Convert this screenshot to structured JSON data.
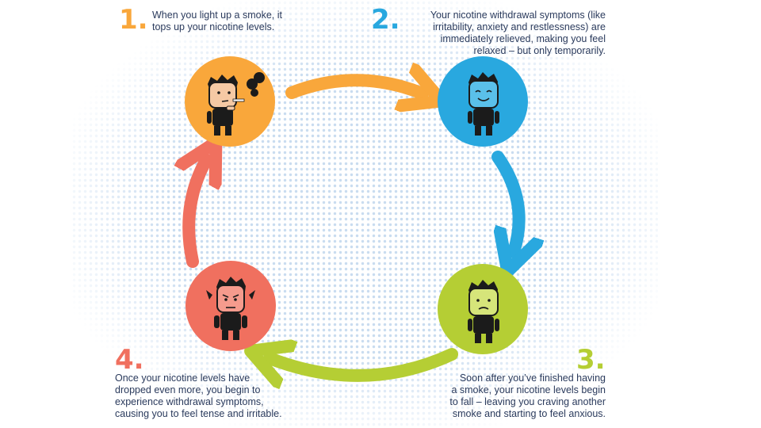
{
  "colors": {
    "step1": "#f9a73b",
    "step2": "#29a8df",
    "step3": "#b5ce34",
    "step4": "#f0705f",
    "text": "#2a3a5c"
  },
  "steps": [
    {
      "number": "1.",
      "lines": [
        "When you light up a smoke, it",
        "tops up your nicotine levels."
      ]
    },
    {
      "number": "2.",
      "lines": [
        "Your nicotine withdrawal symptoms (like",
        "irritability, anxiety and restlessness)  are",
        "immediately relieved, making you feel",
        "relaxed – but only temporarily."
      ]
    },
    {
      "number": "3.",
      "lines": [
        "Soon after you’ve finished having",
        "a smoke, your nicotine levels begin",
        "to fall – leaving you craving another",
        "smoke and starting to feel anxious."
      ]
    },
    {
      "number": "4.",
      "lines": [
        "Once your nicotine levels have",
        "dropped even more, you begin to",
        "experience withdrawal symptoms,",
        "causing you to feel tense and irritable."
      ]
    }
  ],
  "icons": [
    "smoking-man-icon",
    "relieved-man-icon",
    "anxious-man-icon",
    "irritable-man-icon"
  ]
}
